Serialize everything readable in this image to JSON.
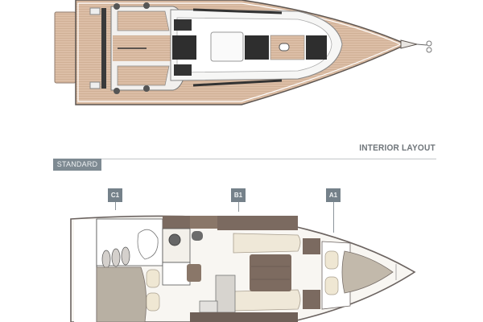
{
  "section": {
    "title": "INTERIOR LAYOUT",
    "variant_tag": "STANDARD"
  },
  "cabins": [
    {
      "label": "C1"
    },
    {
      "label": "B1"
    },
    {
      "label": "A1"
    }
  ],
  "colors": {
    "teak": "#d8b9a0",
    "teak_dark": "#c19c80",
    "hull_outline": "#6c6461",
    "tag_bg": "#7e8a92",
    "cushion": "#efe8d8",
    "wood_dark": "#7b6a60",
    "bunk_gray": "#b3ab9d"
  }
}
